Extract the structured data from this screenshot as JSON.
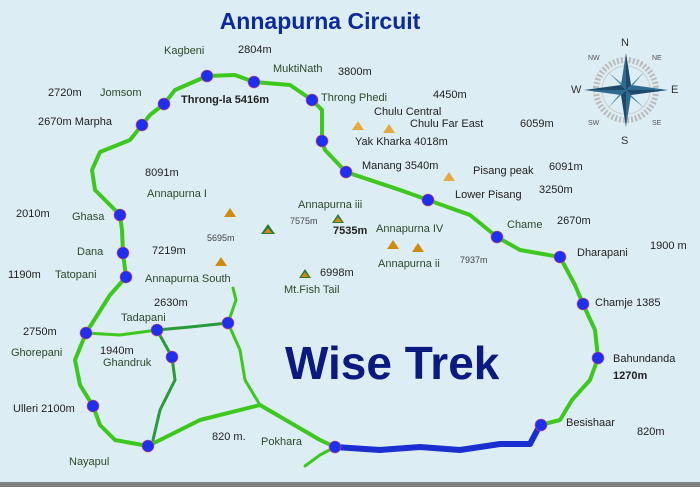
{
  "title": "Annapurna Circuit",
  "brand": "Wise Trek",
  "colors": {
    "route": "#3ec81e",
    "route_dark": "#2a9a3a",
    "road": "#1b2fd0",
    "stop": "#1f2ff0",
    "peak": "#d08a10",
    "title": "#0d2a9a",
    "background": "#dcedf3"
  },
  "compass": {
    "n": "N",
    "s": "S",
    "e": "E",
    "w": "W",
    "ne": "NE",
    "nw": "NW",
    "se": "SE",
    "sw": "SW"
  },
  "labels": {
    "kagbeni": "Kagbeni",
    "kagbeni_alt": "2804m",
    "muktinath": "MuktiNath",
    "muktinath_alt": "3800m",
    "jomsom_alt": "2720m",
    "jomsom": "Jomsom",
    "throng_la": "Throng-la 5416m",
    "throng_phedi": "Throng Phedi",
    "alt_4450": "4450m",
    "marpha": "2670m Marpha",
    "chulu_central": "Chulu Central",
    "chulu_far_east": "Chulu Far East",
    "alt_6059": "6059m",
    "yak_kharka": "Yak Kharka 4018m",
    "manang": "Manang 3540m",
    "pisang_peak": "Pisang peak",
    "alt_6091": "6091m",
    "alt_8091": "8091m",
    "annapurna_1": "Annapurna I",
    "lower_pisang": "Lower Pisang",
    "alt_3250": "3250m",
    "ghasa_alt": "2010m",
    "ghasa": "Ghasa",
    "annapurna_3": "Annapurna iii",
    "alt_7575": "7575m",
    "alt_7535": "7535m",
    "alt_5695": "5695m",
    "chame": "Chame",
    "chame_alt": "2670m",
    "annapurna_4": "Annapurna IV",
    "dharapani": "Dharapani",
    "dharapani_alt": "1900 m",
    "dana": "Dana",
    "alt_7219": "7219m",
    "alt_7937": "7937m",
    "annapurna_2": "Annapurna ii",
    "tatopani_alt": "1190m",
    "tatopani": "Tatopani",
    "annapurna_south": "Annapurna South",
    "alt_6998": "6998m",
    "fish_tail": "Mt.Fish Tail",
    "alt_2630": "2630m",
    "tadapani": "Tadapani",
    "chamje": "Chamje 1385",
    "ghorepani_alt": "2750m",
    "ghorepani": "Ghorepani",
    "ghandruk_alt": "1940m",
    "ghandruk": "Ghandruk",
    "bahundanda": "Bahundanda",
    "bahundanda_alt": "1270m",
    "ulleri": "Ulleri 2100m",
    "besishaar": "Besishaar",
    "besishaar_alt": "820m",
    "pokhara_alt": "820 m.",
    "pokhara": "Pokhara",
    "nayapul": "Nayapul"
  }
}
